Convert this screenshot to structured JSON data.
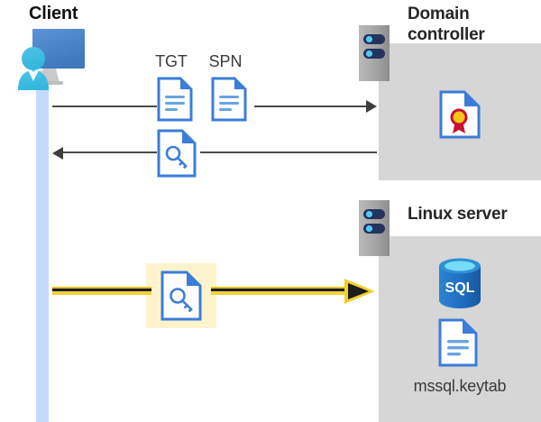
{
  "diagram": {
    "title_client": "Client",
    "panels": [
      {
        "id": "domain-controller",
        "title_line1": "Domain",
        "title_line2": "controller"
      },
      {
        "id": "linux-server",
        "title_line1": "Linux server",
        "title_line2": ""
      }
    ],
    "flows": [
      {
        "id": "request",
        "labels": [
          "TGT",
          "SPN"
        ],
        "direction": "client-to-dc",
        "icons": [
          "document-icon",
          "document-icon"
        ]
      },
      {
        "id": "response",
        "labels": [],
        "direction": "dc-to-client",
        "icons": [
          "key-document-icon"
        ]
      },
      {
        "id": "auth",
        "labels": [],
        "direction": "client-to-linux",
        "icons": [
          "key-document-icon"
        ],
        "highlighted": true
      }
    ],
    "dc_contents": [
      {
        "name": "certificate-icon",
        "label": ""
      }
    ],
    "linux_contents": [
      {
        "name": "sql-database-icon",
        "label": "SQL"
      },
      {
        "name": "keytab-document-icon",
        "label": "mssql.keytab"
      }
    ],
    "colors": {
      "panel_bg": "#d6d6d6",
      "lifeline": "#c3dbfb",
      "highlight": "#fdf3cd",
      "gold": "#e8c21a",
      "doc_blue": "#3b7dd8",
      "sql_blue": "#1f6fc4",
      "line_grey": "#4a4a4a"
    }
  }
}
